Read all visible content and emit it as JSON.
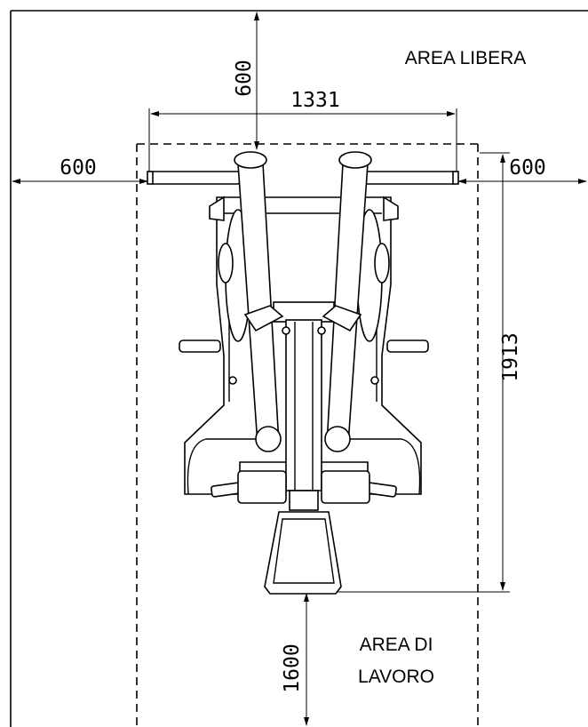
{
  "areas": {
    "free_area_label": "AREA LIBERA",
    "work_area_line1": "AREA DI",
    "work_area_line2": "LAVORO"
  },
  "dimensions": {
    "top_clearance": "600",
    "overall_width": "1331",
    "left_clearance": "600",
    "right_clearance": "600",
    "overall_length": "1913",
    "front_work_area": "1600"
  }
}
